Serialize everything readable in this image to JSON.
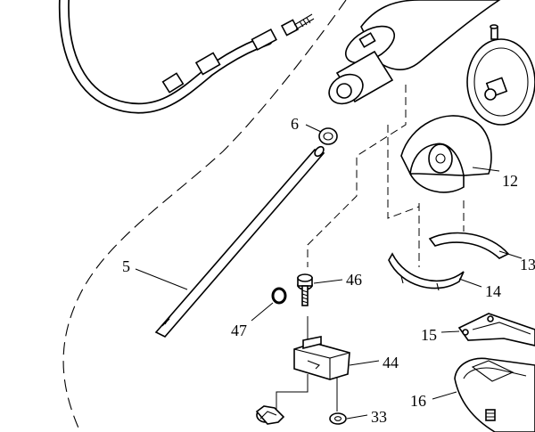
{
  "callouts": [
    {
      "id": "label-6",
      "text": "6"
    },
    {
      "id": "label-5",
      "text": "5"
    },
    {
      "id": "label-12",
      "text": "12"
    },
    {
      "id": "label-13",
      "text": "13"
    },
    {
      "id": "label-14",
      "text": "14"
    },
    {
      "id": "label-15",
      "text": "15"
    },
    {
      "id": "label-16",
      "text": "16"
    },
    {
      "id": "label-44",
      "text": "44"
    },
    {
      "id": "label-46",
      "text": "46"
    },
    {
      "id": "label-47",
      "text": "47"
    },
    {
      "id": "label-33",
      "text": "33"
    }
  ]
}
